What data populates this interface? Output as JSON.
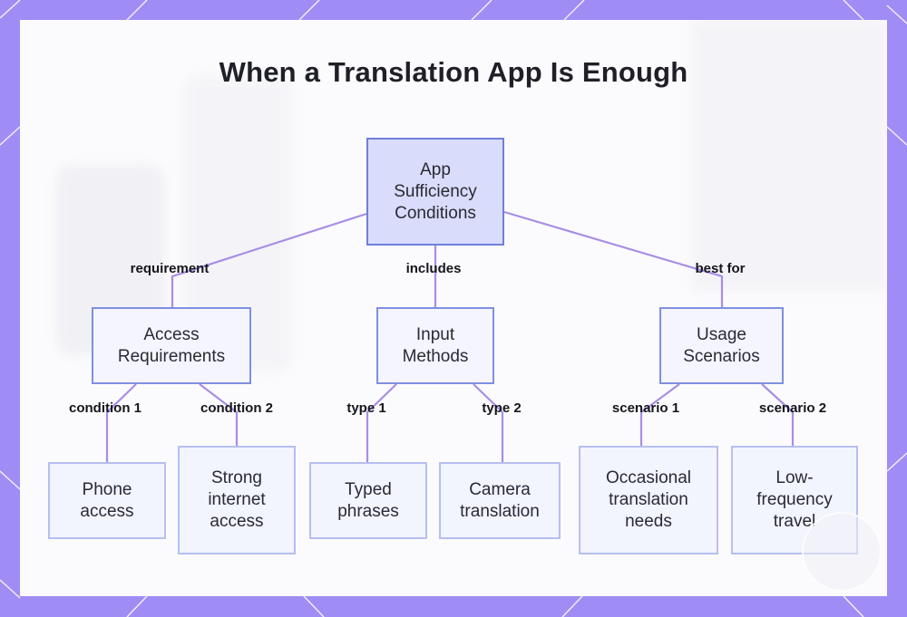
{
  "title": "When a Translation App Is Enough",
  "colors": {
    "frame": "#a08cf5",
    "edge": "#a88ee6",
    "root_fill": "#d9dcfb",
    "node_fill": "#f2f4fe"
  },
  "nodes": {
    "root": "App Sufficiency Conditions",
    "access": "Access Requirements",
    "input": "Input Methods",
    "usage": "Usage Scenarios",
    "phone": "Phone access",
    "internet": "Strong internet access",
    "typed": "Typed phrases",
    "camera": "Camera translation",
    "occasional": "Occasional translation needs",
    "lowfreq": "Low-frequency travel"
  },
  "edges": {
    "requirement": "requirement",
    "includes": "includes",
    "best_for": "best for",
    "condition1": "condition 1",
    "condition2": "condition 2",
    "type1": "type 1",
    "type2": "type 2",
    "scenario1": "scenario 1",
    "scenario2": "scenario 2"
  }
}
